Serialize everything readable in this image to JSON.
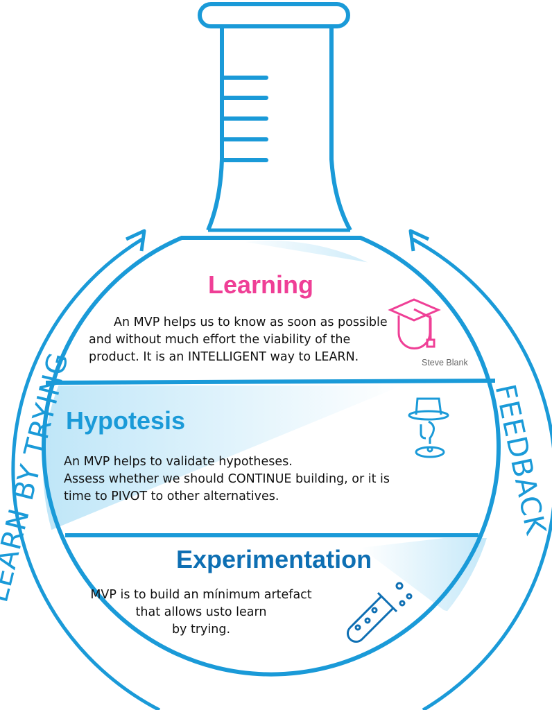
{
  "colors": {
    "flask": "#1a9ad8",
    "learning": "#ef3f96",
    "hypotesis": "#1a9ad8",
    "experimentation": "#0e6fb3",
    "shade": "#bfe6f8"
  },
  "side_labels": {
    "left": "LEARN BY TRYING",
    "right": "FEEDBACK"
  },
  "sections": [
    {
      "title": "Learning",
      "lines": [
        "An MVP helps us to know as soon as possible",
        "and without much effort the viability of the",
        "product.  It is an INTELLIGENT way to LEARN."
      ],
      "attribution": "Steve Blank",
      "icon": "graduation-cap-icon"
    },
    {
      "title": "Hypotesis",
      "lines": [
        "An MVP helps to validate hypotheses.",
        "Assess whether we should CONTINUE building, or it is",
        "time to PIVOT to other alternatives."
      ],
      "icon": "hat-question-icon"
    },
    {
      "title": "Experimentation",
      "lines": [
        "MVP is to build an mínimum artefact",
        "that allows usto learn",
        "by trying."
      ],
      "icon": "test-tube-icon"
    }
  ]
}
